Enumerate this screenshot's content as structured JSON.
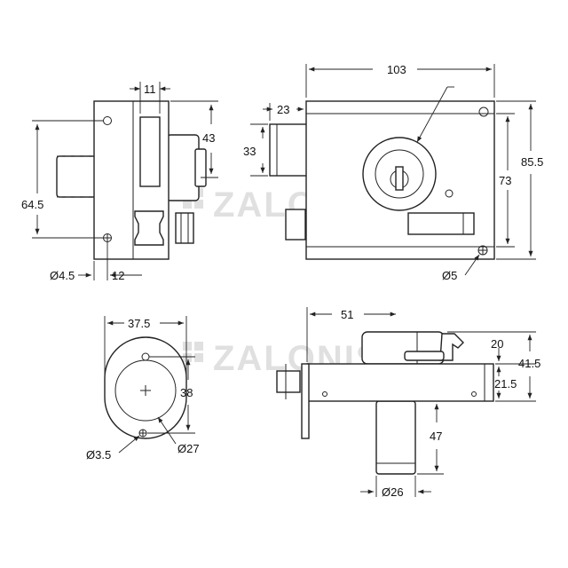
{
  "watermark": {
    "text": "ZALONIS"
  },
  "dimensions": {
    "side_width_11": "11",
    "side_height_43": "43",
    "side_height_64_5": "64.5",
    "side_hole_d4_5": "Ø4.5",
    "side_offset_12": "12",
    "front_width_103": "103",
    "front_bolt_23": "23",
    "front_bolt_33": "33",
    "front_inner_73": "73",
    "front_height_85_5": "85.5",
    "front_hole_d5": "Ø5",
    "cyl_width_37_5": "37.5",
    "cyl_height_38": "38",
    "cyl_hole_d3_5": "Ø3.5",
    "cyl_diam_d27": "Ø27",
    "top_width_51": "51",
    "top_height_20": "20",
    "top_height_41_5": "41.5",
    "top_height_21_5": "21.5",
    "top_cyl_47": "47",
    "top_cyl_d26": "Ø26"
  }
}
